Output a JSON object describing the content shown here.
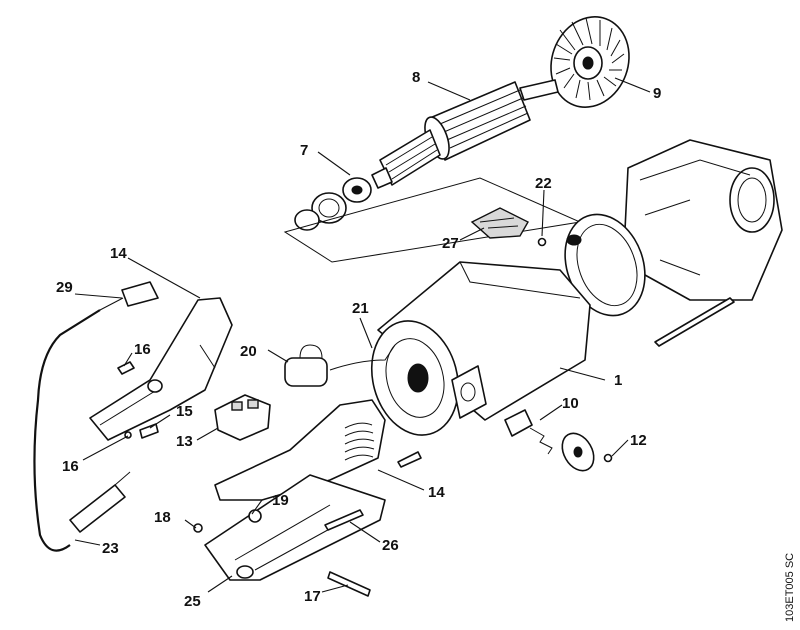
{
  "diagram": {
    "reference": "103ET005 SC",
    "callouts": [
      "1",
      "7",
      "8",
      "9",
      "10",
      "12",
      "13",
      "14",
      "14",
      "15",
      "16",
      "16",
      "17",
      "18",
      "19",
      "20",
      "21",
      "22",
      "23",
      "25",
      "26",
      "27",
      "29"
    ]
  }
}
